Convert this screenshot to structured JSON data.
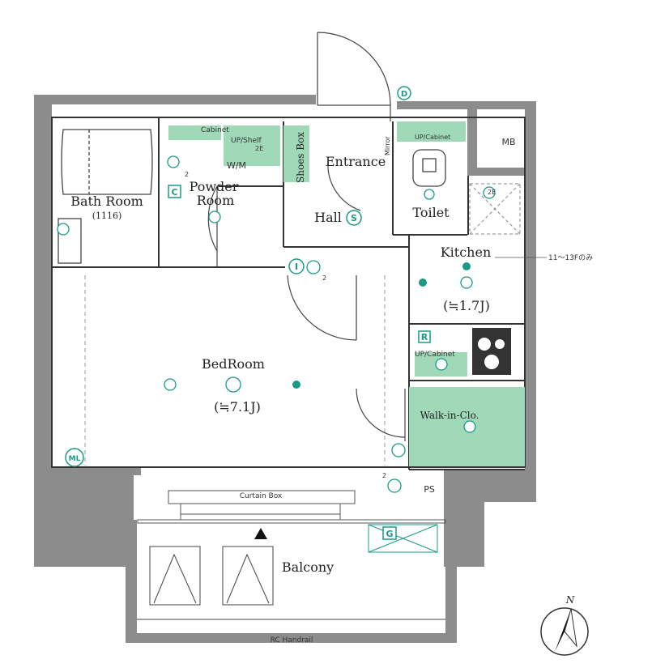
{
  "rooms": {
    "bath_room": "Bath Room",
    "bath_size": "(1116)",
    "powder_room_1": "Powder",
    "powder_room_2": "Room",
    "entrance": "Entrance",
    "shoes_box": "Shoes Box",
    "mirror": "Mirror",
    "toilet": "Toilet",
    "hall": "Hall",
    "kitchen": "Kitchen",
    "kitchen_area": "(≒1.7J)",
    "bedroom": "BedRoom",
    "bedroom_area": "(≒7.1J)",
    "walk_in_closet": "Walk-in-Clo.",
    "balcony": "Balcony",
    "mb": "MB",
    "ps": "PS",
    "wm": "W/M"
  },
  "notes": {
    "cabinet": "Cabinet",
    "up_shelf": "UP/Shelf",
    "up_cabinet_toilet": "UP/Cabinet",
    "up_cabinet_kitchen": "UP/Cabinet",
    "floor_note": "11～13Fのみ",
    "curtain_box": "Curtain Box",
    "rc_handrail": "RC Handrail",
    "north": "N"
  },
  "badges": {
    "d": "D",
    "c": "C",
    "i": "I",
    "r": "R",
    "g": "G",
    "ml": "ML",
    "s": "S",
    "two": "2",
    "two_e": "2E"
  },
  "colors": {
    "wall": "#8a8a8a",
    "storage": "#a3dcbc",
    "fixture": "#1a9a86"
  }
}
